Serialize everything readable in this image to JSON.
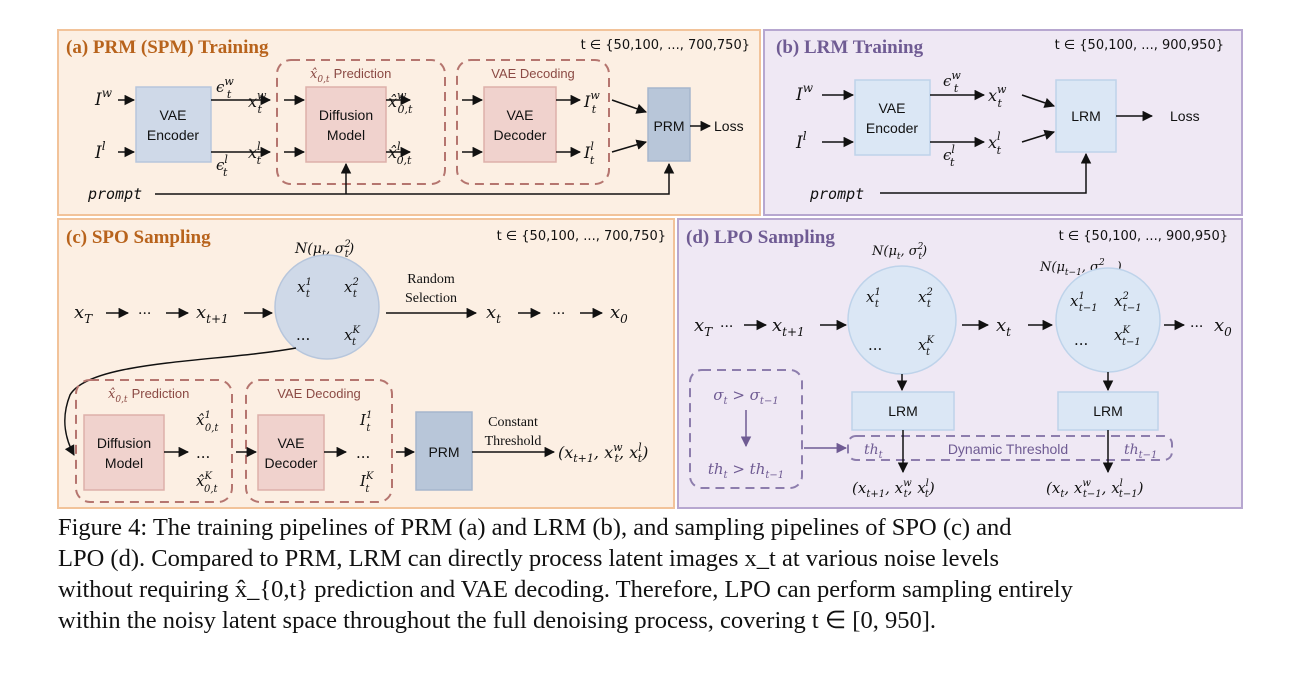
{
  "colors": {
    "orange_panel_fill": "#fcefe3",
    "orange_panel_border": "#f2c39a",
    "orange_title": "#b8631c",
    "purple_panel_fill": "#efe8f4",
    "purple_panel_border": "#b7a7d0",
    "purple_title": "#6f5b93",
    "blue_box_fill": "#cfd9e8",
    "blue_box_stroke": "#b7c6dc",
    "light_blue_fill": "#dbe7f5",
    "light_blue_stroke": "#bed3ea",
    "pink_box_fill": "#f0d2cd",
    "pink_box_stroke": "#ddb0aa",
    "dashed_group": "#b5756f",
    "gray_box": "#b8c6d9",
    "dashed_purple": "#8d7dad"
  },
  "panel_a": {
    "title": "(a) PRM (SPM) Training",
    "t_label": "t ∈ {50,100, ..., 700,750}",
    "input_w": "I",
    "input_w_sup": "w",
    "input_l": "I",
    "input_l_sup": "l",
    "vae_encoder": [
      "VAE",
      "Encoder"
    ],
    "eps_w": "ϵ",
    "eps_w_sup": "w",
    "eps_w_sub": "t",
    "eps_l": "ϵ",
    "eps_l_sup": "l",
    "eps_l_sub": "t",
    "x_w": "x",
    "x_w_sup": "w",
    "x_w_sub": "t",
    "x_l": "x",
    "x_l_sup": "l",
    "x_l_sub": "t",
    "pred_group_label": "x̂",
    "pred_group_sub": "0,t",
    "pred_group_text": "Prediction",
    "diffusion_model": [
      "Diffusion",
      "Model"
    ],
    "xhat_w": "x̂",
    "xhat_w_sup": "w",
    "xhat_w_sub": "0,t",
    "xhat_l": "x̂",
    "xhat_l_sup": "l",
    "xhat_l_sub": "0,t",
    "vae_decoding_label": "VAE Decoding",
    "vae_decoder": [
      "VAE",
      "Decoder"
    ],
    "out_w": "I",
    "out_w_sup": "w",
    "out_w_sub": "t",
    "out_l": "I",
    "out_l_sup": "l",
    "out_l_sub": "t",
    "prm": "PRM",
    "loss": "Loss",
    "prompt": "prompt"
  },
  "panel_b": {
    "title": "(b) LRM Training",
    "t_label": "t ∈ {50,100, ..., 900,950}",
    "input_w": "I",
    "input_w_sup": "w",
    "input_l": "I",
    "input_l_sup": "l",
    "vae_encoder": [
      "VAE",
      "Encoder"
    ],
    "eps_w": "ϵ",
    "eps_w_sup": "w",
    "eps_w_sub": "t",
    "eps_l": "ϵ",
    "eps_l_sup": "l",
    "eps_l_sub": "t",
    "x_w": "x",
    "x_w_sup": "w",
    "x_w_sub": "t",
    "x_l": "x",
    "x_l_sup": "l",
    "x_l_sub": "t",
    "lrm": "LRM",
    "loss": "Loss",
    "prompt": "prompt"
  },
  "panel_c": {
    "title": "(c) SPO Sampling",
    "t_label": "t ∈ {50,100, ..., 700,750}",
    "normal_label": "N(μ",
    "normal_mid": ", σ",
    "normal_end": ")",
    "normal_sub": "t",
    "normal_sup": "2",
    "x_T": "x",
    "x_T_sub": "T",
    "dots": "···",
    "x_t1": "x",
    "x_t1_sub": "t+1",
    "circle_x1": "x",
    "circle_x1_sup": "1",
    "circle_x2": "x",
    "circle_x2_sup": "2",
    "circle_dots": "...",
    "circle_xK": "x",
    "circle_xK_sup": "K",
    "circle_sub": "t",
    "random_selection": [
      "Random",
      "Selection"
    ],
    "x_t": "x",
    "x_t_sub": "t",
    "x_0": "x",
    "x_0_sub": "0",
    "pred_group_label": "x̂",
    "pred_group_sub": "0,t",
    "pred_group_text": "Prediction",
    "diffusion_model": [
      "Diffusion",
      "Model"
    ],
    "xhat_1": "x̂",
    "xhat_1_sup": "1",
    "xhat_K": "x̂",
    "xhat_K_sup": "K",
    "xhat_sub": "0,t",
    "vae_decoding_label": "VAE Decoding",
    "vae_decoder": [
      "VAE",
      "Decoder"
    ],
    "I_1": "I",
    "I_1_sup": "1",
    "I_K": "I",
    "I_K_sup": "K",
    "I_sub": "t",
    "prm": "PRM",
    "constant_threshold": [
      "Constant",
      "Threshold"
    ],
    "output": "(x",
    "output_rest": ")"
  },
  "panel_d": {
    "title": "(d) LPO Sampling",
    "t_label": "t ∈ {50,100, ..., 900,950}",
    "normal_1": "N(μ",
    "normal_1_sub": "t",
    "normal_2": "N(μ",
    "normal_2_sub": "t−1",
    "x_T": "x",
    "x_T_sub": "T",
    "x_t1": "x",
    "x_t1_sub": "t+1",
    "x_t": "x",
    "x_t_sub": "t",
    "x_0": "x",
    "x_0_sub": "0",
    "dots": "···",
    "lrm": "LRM",
    "sigma_cond": "σ",
    "sigma_cond_sub1": "t",
    "sigma_cond_gt": " > σ",
    "sigma_cond_sub2": "t−1",
    "th_cond": "th",
    "th_cond_sub1": "t",
    "th_cond_gt": " > th",
    "th_cond_sub2": "t−1",
    "dynamic_threshold": "Dynamic Threshold",
    "th_t": "th",
    "th_t_sub": "t",
    "th_t1": "th",
    "th_t1_sub": "t−1",
    "output_1": "(x",
    "output_2": "(x"
  },
  "caption": {
    "line1": "Figure 4: The training pipelines of PRM (a) and LRM (b), and sampling pipelines of SPO (c) and",
    "line2": "LPO (d). Compared to PRM, LRM can directly process latent images x_t at various noise levels",
    "line3": "without requiring x̂_{0,t} prediction and VAE decoding. Therefore, LPO can perform sampling entirely",
    "line4": "within the noisy latent space throughout the full denoising process, covering t ∈ [0, 950]."
  }
}
